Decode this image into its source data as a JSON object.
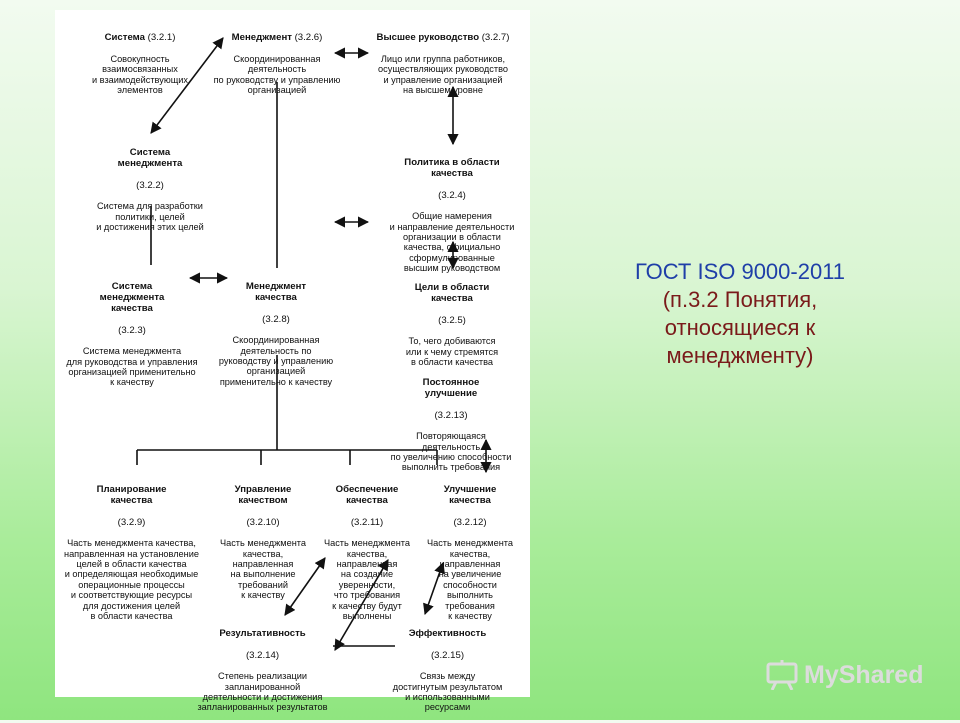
{
  "caption": {
    "title": "ГОСТ ISO 9000-2011",
    "subtitle": "(п.3.2 Понятия,\nотносящиеся к\nменеджменту)"
  },
  "watermark": {
    "text": "MyShared",
    "icon": "presentation-board-icon"
  },
  "colors": {
    "line": "#111111",
    "caption_blue": "#1f3fa8",
    "caption_red": "#7a1a1a"
  },
  "nodes": {
    "sistema": {
      "title": "Система",
      "code": "(3.2.1)",
      "desc": "Совокупность\nвзаимосвязанных\nи взаимодействующих\nэлементов"
    },
    "menedzhment": {
      "title": "Менеджмент",
      "code": "(3.2.6)",
      "desc": "Скоординированная\nдеятельность\nпо руководству и управлению\nорганизацией"
    },
    "vysshee": {
      "title": "Высшее руководство",
      "code": "(3.2.7)",
      "desc": "Лицо или группа работников,\nосуществляющих руководство\nи управление организацией\nна высшем уровне"
    },
    "sistema_menedzhmenta": {
      "title": "Система\nменеджмента",
      "code": "(3.2.2)",
      "desc": "Система для разработки\nполитики, целей\nи достижения этих целей"
    },
    "politika": {
      "title": "Политика в области\nкачества",
      "code": "(3.2.4)",
      "desc": "Общие намерения\nи направление деятельности\nорганизации в области\nкачества, официально\nсформулированные\nвысшим руководством"
    },
    "smk": {
      "title": "Система\nменеджмента\nкачества",
      "code": "(3.2.3)",
      "desc": "Система менеджмента\nдля руководства и управления\nорганизацией применительно\nк качеству"
    },
    "menedzhment_kachestva": {
      "title": "Менеджмент\nкачества",
      "code": "(3.2.8)",
      "desc": "Скоординированная\nдеятельность по\nруководству и управлению\nорганизацией\nприменительно к качеству"
    },
    "celi": {
      "title": "Цели в области\nкачества",
      "code": "(3.2.5)",
      "desc": "То, чего добиваются\nили к чему стремятся\nв области качества"
    },
    "uluchshenie_postoyannoe": {
      "title": "Постоянное\nулучшение",
      "code": "(3.2.13)",
      "desc": "Повторяющаяся\nдеятельность\nпо увеличению способности\nвыполнить требования"
    },
    "planirovanie": {
      "title": "Планирование\nкачества",
      "code": "(3.2.9)",
      "desc": "Часть менеджмента качества,\nнаправленная на установление\nцелей в области качества\nи определяющая необходимые\nоперационные процессы\nи соответствующие ресурсы\nдля достижения целей\nв области качества"
    },
    "upravlenie": {
      "title": "Управление\nкачеством",
      "code": "(3.2.10)",
      "desc": "Часть менеджмента\nкачества,\nнаправленная\nна выполнение\nтребований\nк качеству"
    },
    "obespechenie": {
      "title": "Обеспечение\nкачества",
      "code": "(3.2.11)",
      "desc": "Часть менеджмента\nкачества,\nнаправленная\nна создание\nуверенности,\nчто требования\nк качеству будут\nвыполнены"
    },
    "uluchshenie": {
      "title": "Улучшение\nкачества",
      "code": "(3.2.12)",
      "desc": "Часть менеджмента\nкачества,\nнаправленная\nна увеличение\nспособности\nвыполнить\nтребования\nк качеству"
    },
    "rezultativnost": {
      "title": "Результативность",
      "code": "(3.2.14)",
      "desc": "Степень реализации\nзапланированной\nдеятельности и достижения\nзапланированных результатов"
    },
    "effektivnost": {
      "title": "Эффективность",
      "code": "(3.2.15)",
      "desc": "Связь между\nдостигнутым результатом\nи использованными\nресурсами"
    }
  }
}
